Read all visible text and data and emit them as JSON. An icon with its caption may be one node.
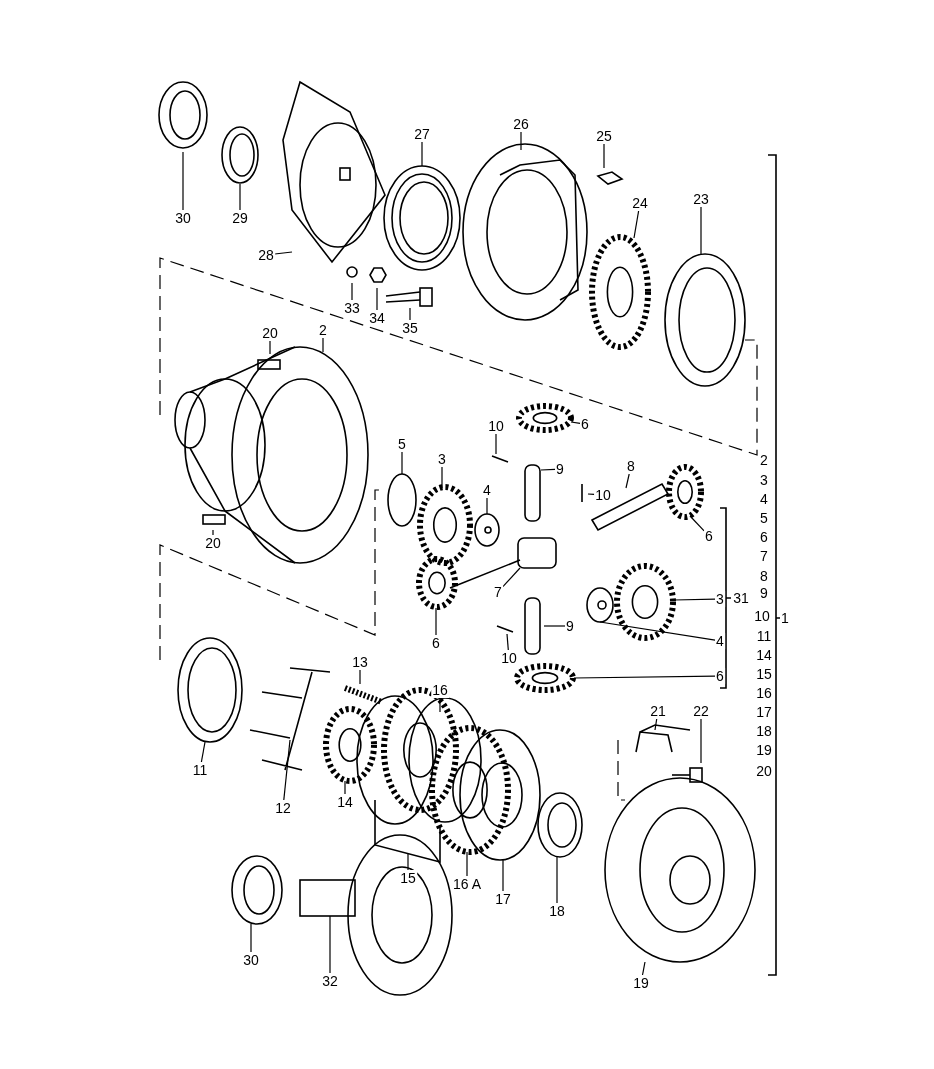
{
  "diagram": {
    "nodes": [
      {
        "text": [
          "30"
        ]
      },
      {
        "text": [
          "29"
        ]
      },
      {
        "text": [
          "28"
        ]
      },
      {
        "text": [
          "27"
        ]
      },
      {
        "text": [
          "26"
        ]
      },
      {
        "text": [
          "25"
        ]
      },
      {
        "text": [
          "24"
        ]
      },
      {
        "text": [
          "23"
        ]
      },
      {
        "text": [
          "33"
        ]
      },
      {
        "text": [
          "34"
        ]
      },
      {
        "text": [
          "35"
        ]
      },
      {
        "text": [
          "20"
        ]
      },
      {
        "text": [
          "2"
        ]
      },
      {
        "text": [
          "20"
        ]
      },
      {
        "text": [
          "5"
        ]
      },
      {
        "text": [
          "3"
        ]
      },
      {
        "text": [
          "4"
        ]
      },
      {
        "text": [
          "10"
        ]
      },
      {
        "text": [
          "6"
        ]
      },
      {
        "text": [
          "9"
        ]
      },
      {
        "text": [
          "10"
        ]
      },
      {
        "text": [
          "8"
        ]
      },
      {
        "text": [
          "6"
        ]
      },
      {
        "text": [
          "7"
        ]
      },
      {
        "text": [
          "6"
        ]
      },
      {
        "text": [
          "3"
        ]
      },
      {
        "text": [
          "10"
        ]
      },
      {
        "text": [
          "9"
        ]
      },
      {
        "text": [
          "4"
        ]
      },
      {
        "text": [
          "6"
        ]
      },
      {
        "text": [
          "13"
        ]
      },
      {
        "text": [
          "16"
        ]
      },
      {
        "text": [
          "11"
        ]
      },
      {
        "text": [
          "12"
        ]
      },
      {
        "text": [
          "14"
        ]
      },
      {
        "text": [
          "15"
        ]
      },
      {
        "text": [
          "21"
        ]
      },
      {
        "text": [
          "22"
        ]
      },
      {
        "text": [
          "16 A"
        ]
      },
      {
        "text": [
          "17"
        ]
      },
      {
        "text": [
          "18"
        ]
      },
      {
        "text": [
          "30"
        ]
      },
      {
        "text": [
          "32"
        ]
      },
      {
        "text": [
          "19"
        ]
      }
    ],
    "edges": [
      {
        "from": 0,
        "to": null,
        "arrow": "none"
      },
      {
        "from": 1,
        "to": null,
        "arrow": "none"
      },
      {
        "from": 2,
        "to": null,
        "arrow": "none"
      },
      {
        "from": 3,
        "to": null,
        "arrow": "none"
      },
      {
        "from": 4,
        "to": null,
        "arrow": "none"
      },
      {
        "from": 5,
        "to": null,
        "arrow": "none"
      },
      {
        "from": 6,
        "to": null,
        "arrow": "none"
      },
      {
        "from": 7,
        "to": null,
        "arrow": "none"
      },
      {
        "from": 8,
        "to": null,
        "arrow": "none"
      },
      {
        "from": 9,
        "to": null,
        "arrow": "none"
      },
      {
        "from": 10,
        "to": null,
        "arrow": "none"
      },
      {
        "from": 11,
        "to": null,
        "arrow": "none"
      },
      {
        "from": 12,
        "to": null,
        "arrow": "none"
      },
      {
        "from": 13,
        "to": null,
        "arrow": "none"
      },
      {
        "from": 14,
        "to": null,
        "arrow": "none"
      },
      {
        "from": 15,
        "to": null,
        "arrow": "none"
      },
      {
        "from": 16,
        "to": null,
        "arrow": "none"
      },
      {
        "from": 17,
        "to": null,
        "arrow": "none"
      },
      {
        "from": 18,
        "to": null,
        "arrow": "none"
      },
      {
        "from": 19,
        "to": null,
        "arrow": "none"
      },
      {
        "from": 20,
        "to": null,
        "arrow": "none"
      },
      {
        "from": 21,
        "to": null,
        "arrow": "none"
      },
      {
        "from": 22,
        "to": null,
        "arrow": "none"
      },
      {
        "from": 23,
        "to": null,
        "arrow": "none"
      },
      {
        "from": 24,
        "to": null,
        "arrow": "none"
      },
      {
        "from": 25,
        "to": null,
        "arrow": "none"
      },
      {
        "from": 26,
        "to": null,
        "arrow": "none"
      },
      {
        "from": 27,
        "to": null,
        "arrow": "none"
      },
      {
        "from": 28,
        "to": null,
        "arrow": "none"
      },
      {
        "from": 29,
        "to": null,
        "arrow": "none"
      },
      {
        "from": 30,
        "to": null,
        "arrow": "none"
      },
      {
        "from": 31,
        "to": null,
        "arrow": "none"
      },
      {
        "from": 32,
        "to": null,
        "arrow": "none"
      },
      {
        "from": 33,
        "to": null,
        "arrow": "none"
      },
      {
        "from": 34,
        "to": null,
        "arrow": "none"
      },
      {
        "from": 35,
        "to": null,
        "arrow": "none"
      },
      {
        "from": 36,
        "to": null,
        "arrow": "none"
      },
      {
        "from": 37,
        "to": null,
        "arrow": "none"
      },
      {
        "from": 38,
        "to": null,
        "arrow": "none"
      },
      {
        "from": 39,
        "to": null,
        "arrow": "none"
      },
      {
        "from": 40,
        "to": null,
        "arrow": "none"
      },
      {
        "from": 41,
        "to": null,
        "arrow": "none"
      },
      {
        "from": 42,
        "to": null,
        "arrow": "none"
      },
      {
        "from": 43,
        "to": null,
        "arrow": "none"
      }
    ],
    "labels": [
      "2",
      "3",
      "4",
      "5",
      "6",
      "7",
      "8",
      "9",
      "10",
      "11",
      "14",
      "15",
      "16",
      "17",
      "18",
      "19",
      "20",
      "31",
      "1"
    ]
  }
}
